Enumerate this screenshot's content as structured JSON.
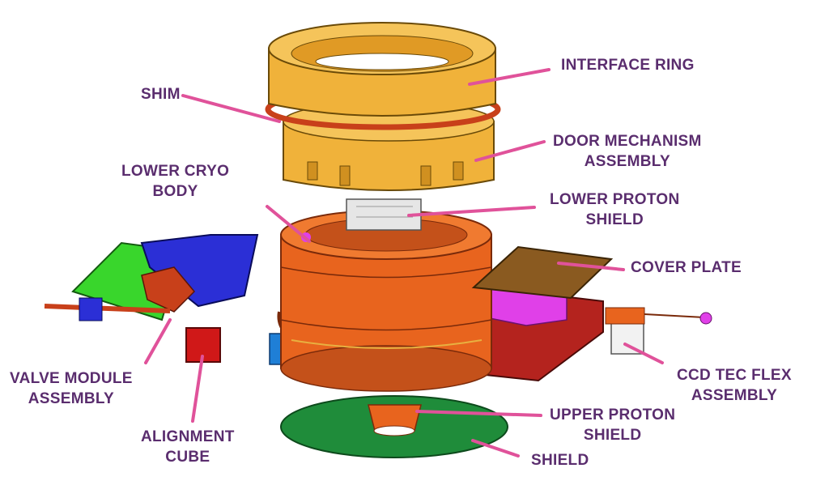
{
  "diagram": {
    "colors": {
      "label_text": "#5a2d6e",
      "leader_line": "#e0529a",
      "interface_ring": "#f0b23a",
      "cryo_body": "#e8641e",
      "base_plate": "#b4231e",
      "shield_disk": "#1f8c3a",
      "valve_green": "#39d62c",
      "valve_blue": "#2b2fd6",
      "alignment_cube": "#d01818",
      "flex_magenta": "#e040e8"
    },
    "labels": {
      "interface_ring": [
        "INTERFACE RING"
      ],
      "shim": [
        "SHIM"
      ],
      "door_mechanism": [
        "DOOR MECHANISM",
        "ASSEMBLY"
      ],
      "lower_cryo_body": [
        "LOWER CRYO",
        "BODY"
      ],
      "lower_proton_shield": [
        "LOWER PROTON",
        "SHIELD"
      ],
      "cover_plate": [
        "COVER PLATE"
      ],
      "valve_module": [
        "VALVE MODULE",
        "ASSEMBLY"
      ],
      "ccd_tec_flex": [
        "CCD TEC FLEX",
        "ASSEMBLY"
      ],
      "alignment_cube": [
        "ALIGNMENT",
        "CUBE"
      ],
      "upper_proton_shield": [
        "UPPER PROTON",
        "SHIELD"
      ],
      "shield": [
        "SHIELD"
      ]
    }
  }
}
